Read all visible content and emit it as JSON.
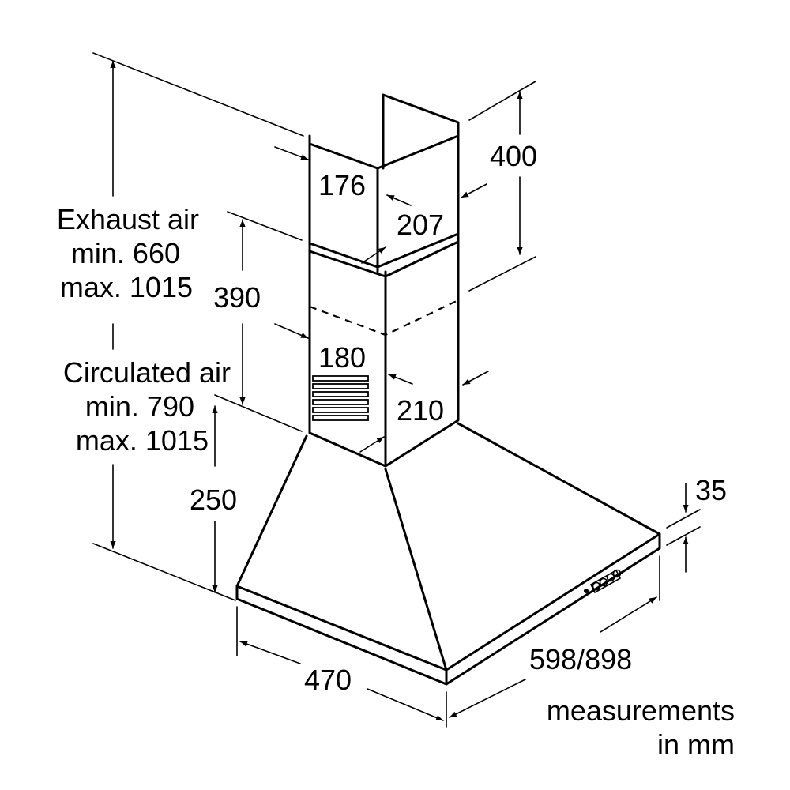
{
  "labels": {
    "d400": "400",
    "d176": "176",
    "d207": "207",
    "d390": "390",
    "d180": "180",
    "d210": "210",
    "d250": "250",
    "d35": "35",
    "d470": "470",
    "d598_898": "598/898",
    "exhaust": [
      "Exhaust air",
      "min. 660",
      "max. 1015"
    ],
    "circulated": [
      "Circulated air",
      "min. 790",
      "max. 1015"
    ],
    "units": [
      "measurements",
      "in mm"
    ]
  },
  "colors": {
    "line": "#000000",
    "background": "#ffffff"
  }
}
